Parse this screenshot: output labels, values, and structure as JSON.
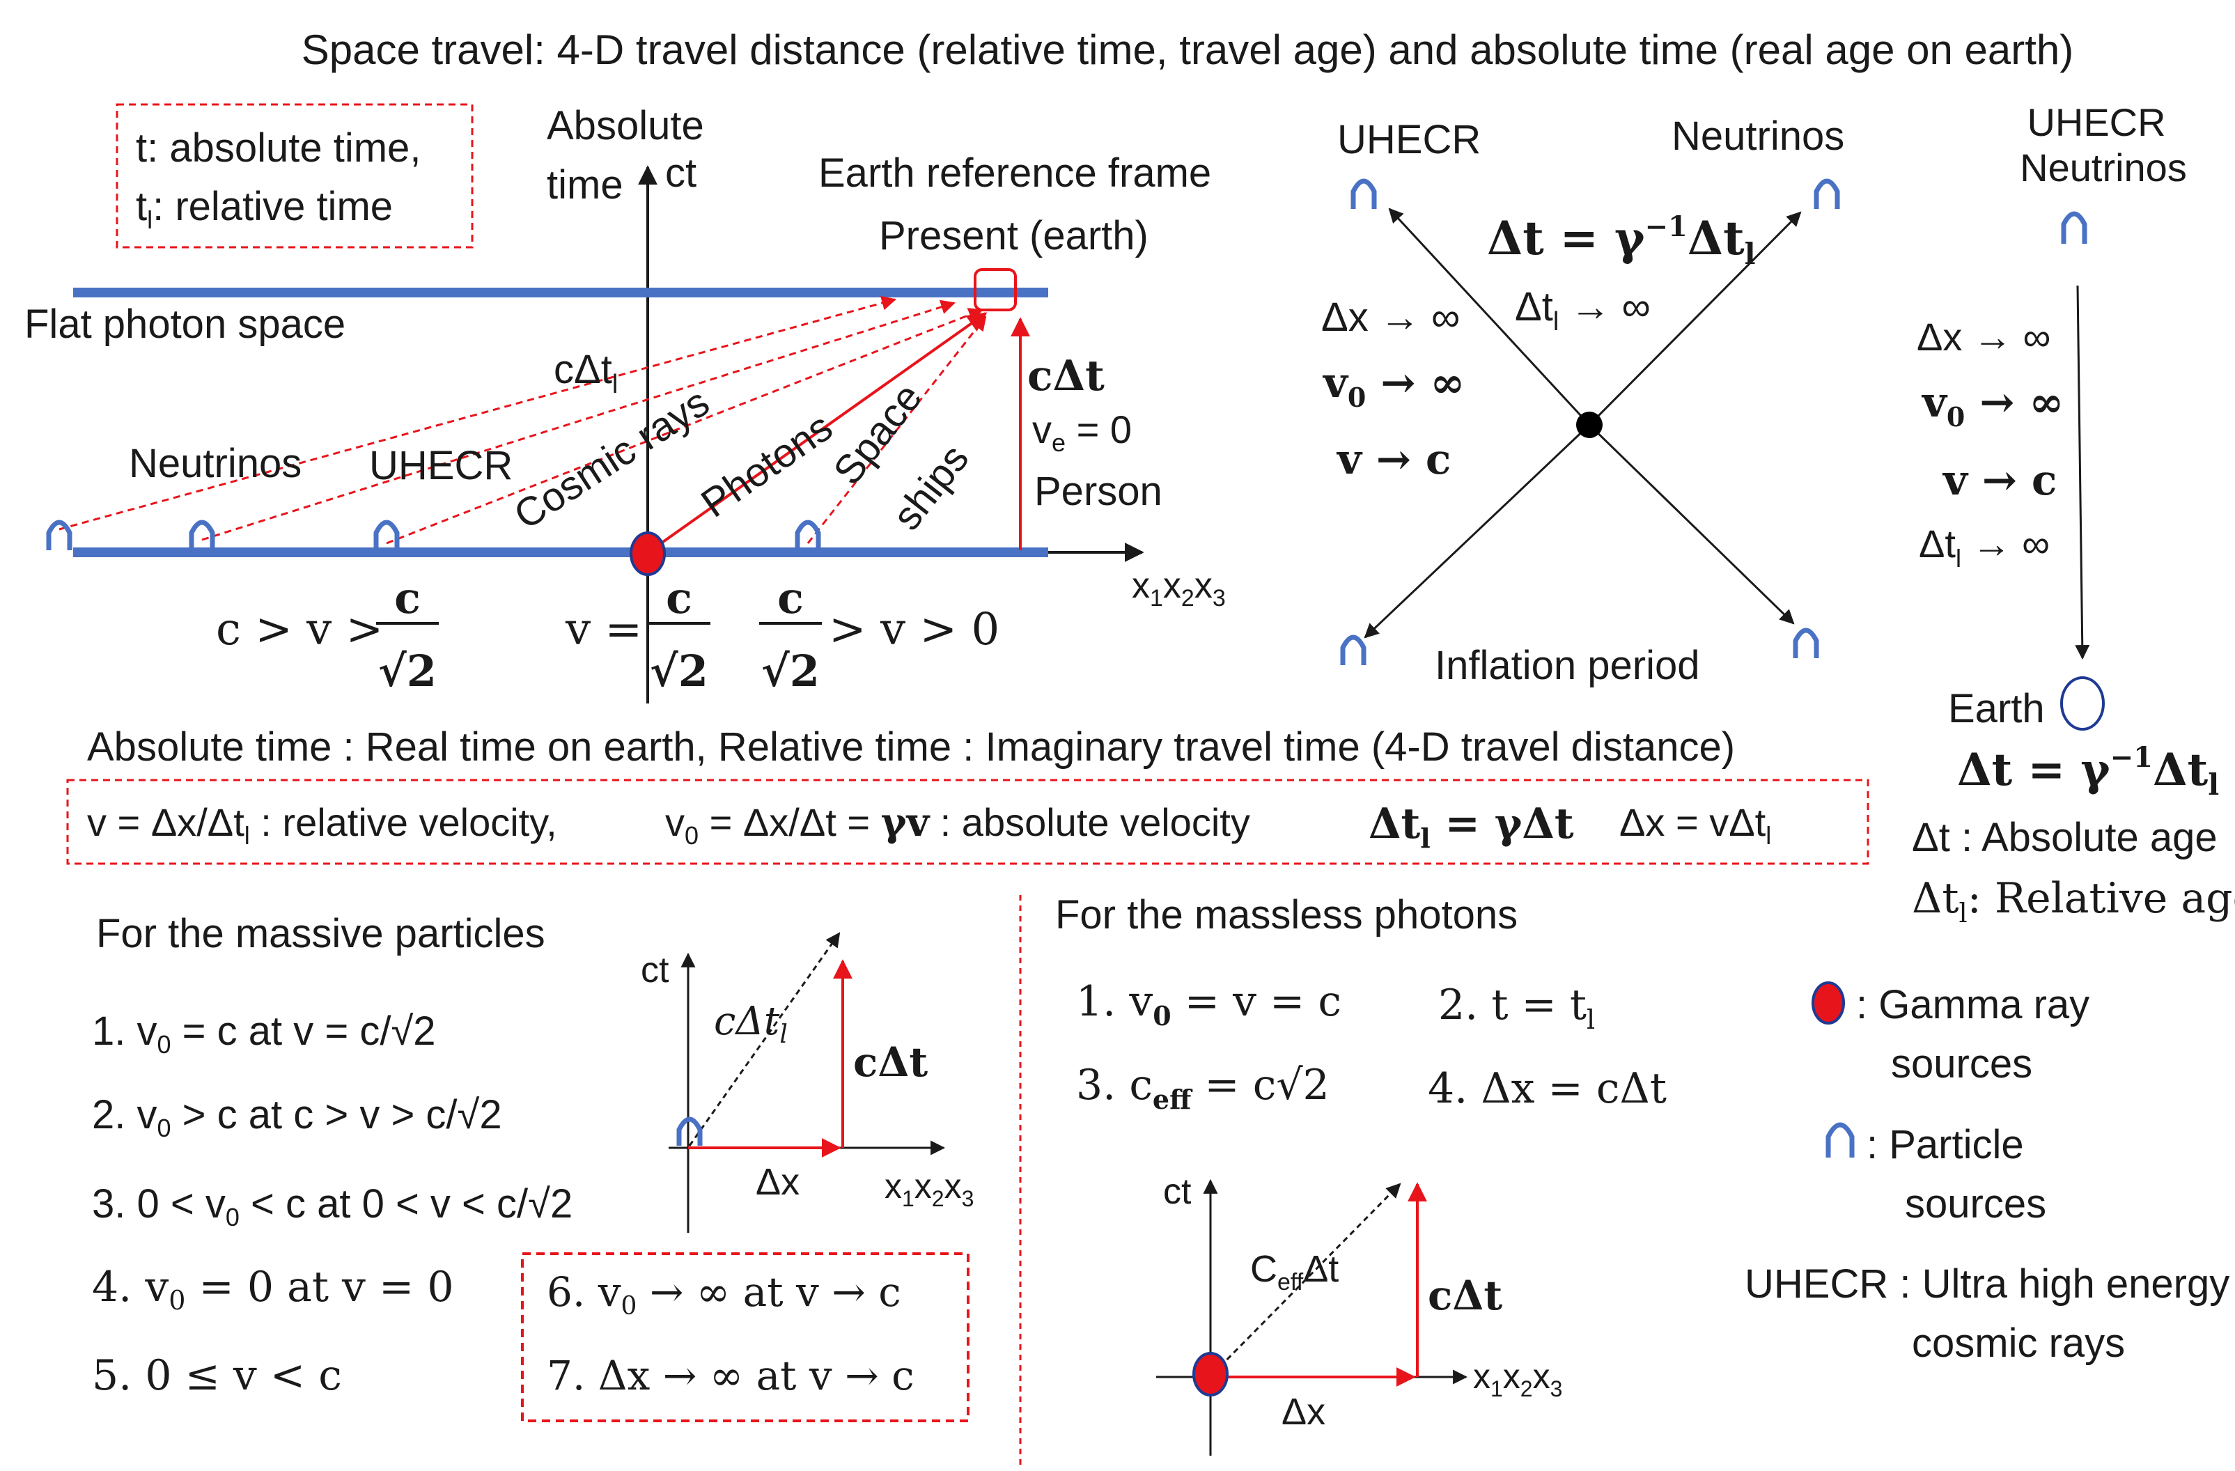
{
  "title": "Space travel: 4-D travel distance (relative time, travel age) and absolute time (real age on earth)",
  "legend_box": {
    "line1": "t: absolute time,",
    "line2_prefix": "t",
    "line2_sub": "l",
    "line2_suffix": ": relative time"
  },
  "main": {
    "axis_label_line1": "Absolute",
    "axis_label_line2": "time",
    "axis_ct": "ct",
    "earth_frame": "Earth reference frame",
    "present": "Present (earth)",
    "flat_photon_space": "Flat photon space",
    "c_delta_tl_prefix": "cΔt",
    "c_delta_tl_sub": "l",
    "neutrinos": "Neutrinos",
    "uhecr": "UHECR",
    "cosmic_rays": "Cosmic rays",
    "photons": "Photons",
    "space": "Space",
    "ships": "ships",
    "c_delta_t": "cΔt",
    "ve_prefix": "v",
    "ve_sub": "e",
    "ve_suffix": " = 0",
    "person": "Person",
    "x_axis_prefix": "x",
    "x_sub1": "1",
    "x_mid1": "x",
    "x_sub2": "2",
    "x_mid2": "x",
    "x_sub3": "3",
    "ineq1_left": "c > v >",
    "ineq2_left": "v =",
    "ineq3_right": "> v > 0",
    "frac_num": "c",
    "frac_den": "√2"
  },
  "cross": {
    "uhecr": "UHECR",
    "neutrinos": "Neutrinos",
    "formula_prefix": "Δt = γ",
    "formula_sup": "−1",
    "formula_mid": "Δt",
    "formula_sub": "l",
    "dtl_prefix": "Δt",
    "dtl_sub": "l",
    "dtl_suffix": " → ∞",
    "dx": "Δx → ∞",
    "v0_prefix": "v",
    "v0_sub": "0",
    "v0_suffix": " → ∞",
    "v": "v  → c",
    "inflation": "Inflation period"
  },
  "right": {
    "uhecr": "UHECR",
    "neutrinos": "Neutrinos",
    "dx": "Δx → ∞",
    "v0_prefix": "v",
    "v0_sub": "0",
    "v0_suffix": " → ∞",
    "v": "v  → c",
    "dtl_prefix": "Δt",
    "dtl_sub": "l",
    "dtl_suffix": " → ∞",
    "earth": "Earth",
    "formula_prefix": "Δt = γ",
    "formula_sup": "−1",
    "formula_mid": "Δt",
    "formula_sub": "l",
    "abs_age": "Δt : Absolute age",
    "rel_age_prefix": "Δt",
    "rel_age_sub": "l",
    "rel_age_suffix": ": Relative age"
  },
  "definitions": "Absolute time : Real time on earth,  Relative time : Imaginary travel time (4-D travel distance)",
  "velocity_box": {
    "rel_prefix": "v = Δx/Δt",
    "rel_sub": "l",
    "rel_suffix": " : relative velocity,",
    "abs_prefix": "v",
    "abs_sub": "0",
    "abs_mid": " = Δx/Δt = ",
    "abs_gamma": "γv",
    "abs_suffix": "  : absolute velocity",
    "dtl_prefix": "Δt",
    "dtl_sub": "l",
    "dtl_suffix": " = γΔt",
    "dx_prefix": "Δx = vΔt",
    "dx_sub": "l"
  },
  "massive": {
    "heading": "For the massive particles",
    "item1_a": "1. v",
    "item1_sub": "0",
    "item1_b": " = c at v = c/√2",
    "item2_a": "2. v",
    "item2_sub": "0",
    "item2_b": " > c at c > v > c/√2",
    "item3_a": "3. 0 < v",
    "item3_sub": "0",
    "item3_b": " < c at 0 < v < c/√2",
    "item4_a": "4. v",
    "item4_sub": "0",
    "item4_b": " = 0  at v = 0",
    "item5": "5. 0 ≤  v < c",
    "item6_a": "6. v",
    "item6_sub": "0",
    "item6_b": " → ∞  at v  → c",
    "item7": "7. Δx → ∞  at v  → c",
    "diag_ct": "ct",
    "diag_hyp_prefix": "cΔt",
    "diag_hyp_sub": "l",
    "diag_vert": "cΔt",
    "diag_dx": "Δx"
  },
  "massless": {
    "heading": "For the massless photons",
    "item1_a": "1. v",
    "item1_sub": "0",
    "item1_b": " =  v = c",
    "item2_a": "2. t =  t",
    "item2_sub": "l",
    "item3_a": "3. c",
    "item3_sub": "eff",
    "item3_b": " = c√2",
    "item4": "4. Δx = cΔt",
    "diag_ct": "ct",
    "diag_hyp_a": "C",
    "diag_hyp_sub": "eff",
    "diag_hyp_b": "Δt",
    "diag_vert": "cΔt",
    "diag_dx": "Δx"
  },
  "key": {
    "gamma_line1": ": Gamma ray",
    "gamma_line2": "sources",
    "particle_line1": ": Particle",
    "particle_line2": "sources",
    "uhecr_line1": "UHECR : Ultra high energy",
    "uhecr_line2": "cosmic rays"
  },
  "colors": {
    "blue": "#4a72c4",
    "red": "#e8141b",
    "dashed_red": "#e8141b",
    "dark_blue": "#1f3a93"
  }
}
